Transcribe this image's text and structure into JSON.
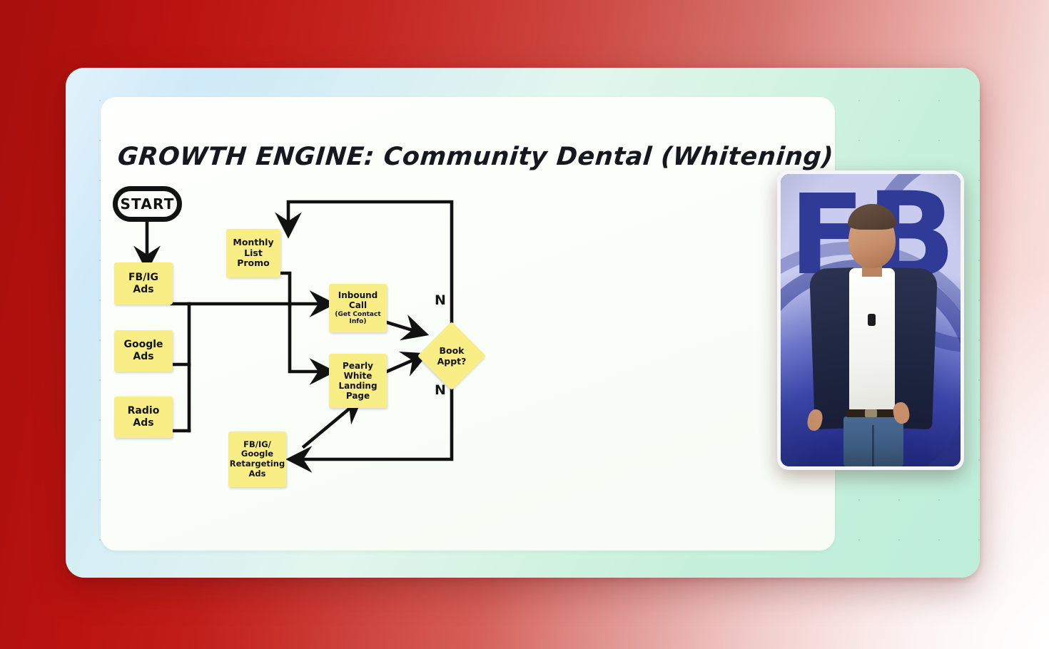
{
  "slide": {
    "title": "GROWTH ENGINE: Community Dental (Whitening)"
  },
  "colors": {
    "sticky": "#f9ee85",
    "ink": "#141414",
    "card_start": "#cfeaf8",
    "card_end": "#bdeed9",
    "background_start": "#a60f0c",
    "background_end": "#fdf4f2"
  },
  "flowchart": {
    "start": {
      "label": "START"
    },
    "nodes": [
      {
        "id": "fbig-ads",
        "lines": [
          "FB/IG",
          "Ads"
        ]
      },
      {
        "id": "google-ads",
        "lines": [
          "Google",
          "Ads"
        ]
      },
      {
        "id": "radio-ads",
        "lines": [
          "Radio",
          "Ads"
        ]
      },
      {
        "id": "monthly-list",
        "lines": [
          "Monthly",
          "List",
          "Promo"
        ]
      },
      {
        "id": "inbound-call",
        "lines": [
          "Inbound",
          "Call"
        ],
        "sublines": [
          "(Get Contact",
          "Info)"
        ]
      },
      {
        "id": "pearly-white",
        "lines": [
          "Pearly",
          "White",
          "Landing",
          "Page"
        ]
      },
      {
        "id": "retargeting-ads",
        "lines": [
          "FB/IG/",
          "Google",
          "Retargeting",
          "Ads"
        ]
      }
    ],
    "decision": {
      "id": "book-appt",
      "lines": [
        "Book",
        "Appt?"
      ]
    },
    "edge_labels": [
      {
        "id": "no-top",
        "text": "N"
      },
      {
        "id": "no-bottom",
        "text": "N"
      }
    ]
  },
  "speaker_video": {
    "backdrop_logo": {
      "letter_1": "F",
      "letter_2": "B"
    }
  }
}
